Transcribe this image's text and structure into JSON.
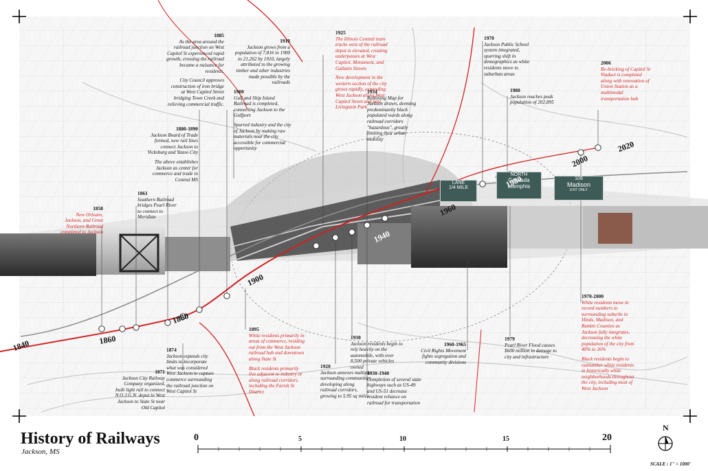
{
  "title": "History of Railways",
  "subtitle": "Jackson, MS",
  "scale": {
    "label": "SCALE : 1\" = 1000'",
    "ticks": [
      "0",
      "5",
      "10",
      "15",
      "20"
    ]
  },
  "north_label": "N",
  "decades": [
    "1840",
    "1860",
    "1880",
    "1900",
    "1940",
    "1960",
    "1980",
    "2000",
    "2020"
  ],
  "signs": {
    "lane": "LANE",
    "mile": "1/4 MILE",
    "north": "NORTH",
    "grenada": "Grenada",
    "memphis": "Memphis",
    "route": "108",
    "madison": "Madison",
    "exit": "EXIT ONLY"
  },
  "notes": {
    "n1858": {
      "year": "1858",
      "text": "New Orleans, Jackson, and Great Northern Railroad completed to Jackson"
    },
    "n1861": {
      "year": "1861",
      "text": "Southern Railroad bridges Pearl River to connect to Meridian"
    },
    "n1871": {
      "year": "1871",
      "text": "Jackson City Railway Company organized, built light rail to connect N.O.J.G.N. depot in West Jackson to State St near Old Capitol"
    },
    "n1874": {
      "year": "1874",
      "text": "Jackson expands city limits to incorporate what was considered West Jackson to capture commerce surrounding the railroad junction on West Capitol St"
    },
    "n1880": {
      "year": "1880-1890",
      "text1": "Jackson Board of Trade formed, new rail lines connect Jackson to Vicksburg and Yazoo City",
      "text2": "The above establishes Jackson as center for commerce and trade in Central MS"
    },
    "n1885": {
      "year": "1885",
      "text1": "As the area around the railroad junction on West Capitol St experienced rapid growth, crossing the railroad became a nuisance for residents.",
      "text2": "City Council approves construction of iron bridge at West Capitol Street bridging Town Creek and relieving commercial traffic."
    },
    "n1895": {
      "year": "1895",
      "text1": "White residents primarily in areas of commerce, residing out from the West Jackson railroad hub and downtown along State St",
      "text2": "Black residents primarily live adjacent to industry or along railroad corridors, including the Farish St District"
    },
    "n1900": {
      "year": "1900",
      "text1": "Gulf and Ship Island Railroad is completed, connecting Jackson to the Gulfport",
      "text2": "Spurred industry and the city of Jackson by making raw materials near the city accessible for commercial opportunity"
    },
    "n1910": {
      "year": "1910",
      "text": "Jackson grows from a population of 7,816 in 1900 to 21,262 by 1910, largely attributed to the growing timber and other industries made possible by the railroads"
    },
    "n1920": {
      "year": "1920",
      "text": "Jackson annexes multiple surrounding communities developing along railroad corridors, growing to 5.95 sq miles"
    },
    "n1925": {
      "year": "1925",
      "text1": "The Illinois Central train tracks west of the railroad depot is elevated, creating underpasses at West Capitol, Monument, and Gallatin Streets",
      "text2": "New development in the western section of the city grows rapidly, expanding West Jackson along West Capitol Street and past Livingston Park"
    },
    "n1930": {
      "year": "1930",
      "text": "Jackson residents begin to rely heavily on the automobile, with over 8,500 private vehicles owned"
    },
    "n1930b": {
      "year": "1930-1940",
      "text": "Completion of several state highways such as US-49 and US-51 decrease resident reliance on railroad for transportation"
    },
    "n1934": {
      "year": "1934",
      "text": "Redlining Map for Jackson drawn, deeming predominantly black populated wards along railroad corridors \"hazardous\", greatly limiting their urban mobility"
    },
    "n1960": {
      "year": "1960-1965",
      "text": "Civil Rights Movement fights segregation and community divisions"
    },
    "n1970": {
      "year": "1970",
      "text": "Jackson Public School system integrated, spurring shift in demographics as white residents move to suburban areas"
    },
    "n1970b": {
      "year": "1970-2000",
      "text1": "White residents move in record numbers to surrounding suburbs in Hinds, Madison, and Rankin Counties as Jackson fully integrates, decreasing the white population of the city from 40% to 26%",
      "text2": "Black residents begin to outnumber white residents in historically white neighborhoods throughout the city, including most of West Jackson"
    },
    "n1979": {
      "year": "1979",
      "text": "Pearl River Flood causes $600 million in damage to city and infrastructure"
    },
    "n1980": {
      "year": "1980",
      "text": "Jackson reaches peak population of 202,895"
    },
    "n2006": {
      "year": "2006",
      "text": "Re-bricking of Capitol St Viaduct is completed along with renovation of Union Station as a multimodal transportation hub"
    }
  }
}
